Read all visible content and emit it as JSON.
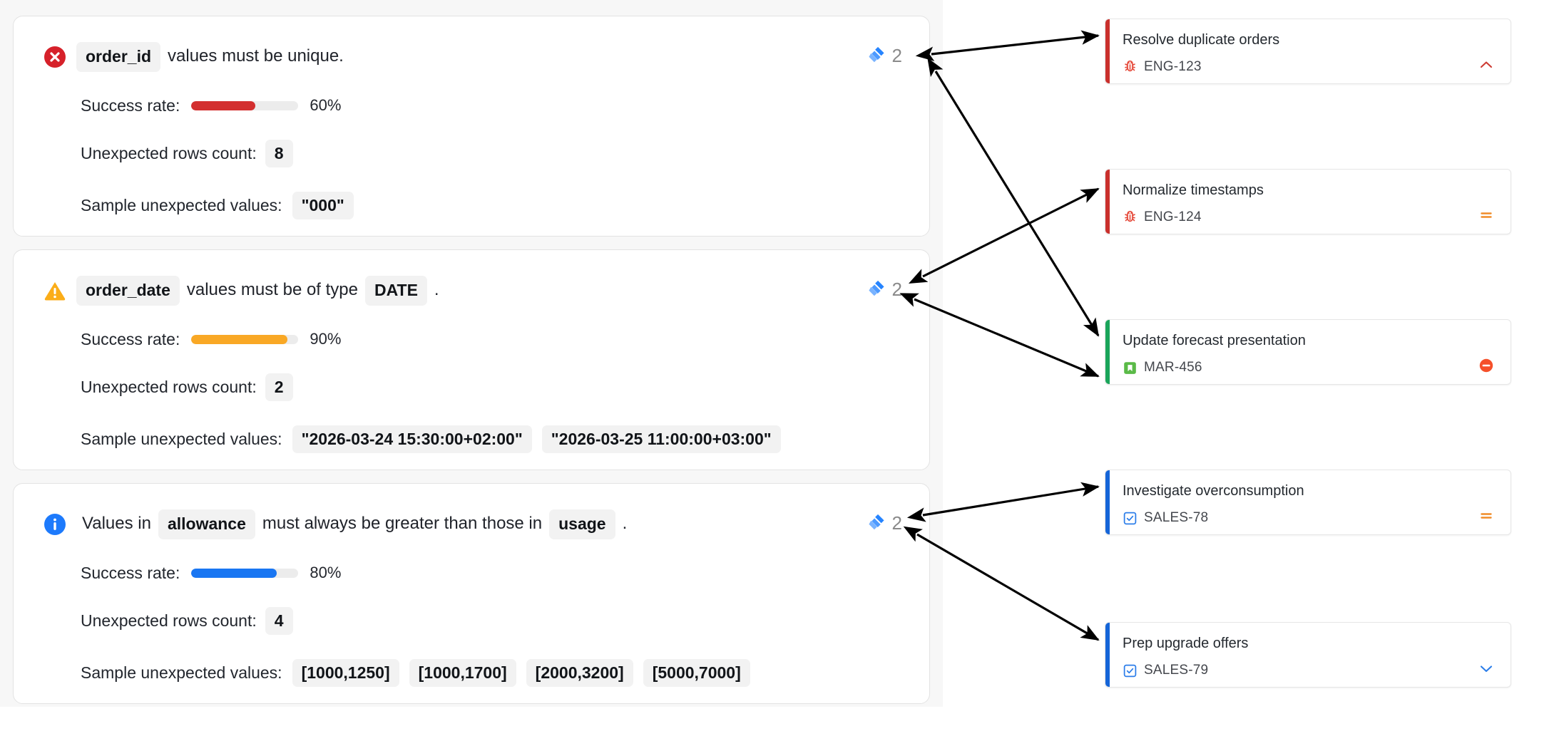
{
  "expectations": [
    {
      "severity": "error",
      "severity_icon": "error-circle-icon",
      "accent": "#d32f2f",
      "sentence_parts": [
        {
          "kind": "code",
          "text": "order_id"
        },
        {
          "kind": "plain",
          "text": "values must be unique."
        }
      ],
      "success_rate_label": "Success rate:",
      "success_rate_pct": "60%",
      "success_rate_value": 60,
      "rows_label": "Unexpected rows count:",
      "rows_value": "8",
      "samples_label": "Sample unexpected values:",
      "samples": [
        "\"000\""
      ],
      "jira_icon": "jira-icon",
      "jira_count": "2"
    },
    {
      "severity": "warning",
      "severity_icon": "warning-triangle-icon",
      "accent": "#f9a825",
      "sentence_parts": [
        {
          "kind": "code",
          "text": "order_date"
        },
        {
          "kind": "plain",
          "text": "values must be of type"
        },
        {
          "kind": "code",
          "text": "DATE"
        },
        {
          "kind": "plain",
          "text": "."
        }
      ],
      "success_rate_label": "Success rate:",
      "success_rate_pct": "90%",
      "success_rate_value": 90,
      "rows_label": "Unexpected rows count:",
      "rows_value": "2",
      "samples_label": "Sample unexpected values:",
      "samples": [
        "\"2026-03-24 15:30:00+02:00\"",
        "\"2026-03-25 11:00:00+03:00\""
      ],
      "jira_icon": "jira-icon",
      "jira_count": "2"
    },
    {
      "severity": "info",
      "severity_icon": "info-circle-icon",
      "accent": "#1976f2",
      "sentence_parts": [
        {
          "kind": "plain",
          "text": "Values in"
        },
        {
          "kind": "code",
          "text": "allowance"
        },
        {
          "kind": "plain",
          "text": "must always be greater than those in"
        },
        {
          "kind": "code",
          "text": "usage"
        },
        {
          "kind": "plain",
          "text": "."
        }
      ],
      "success_rate_label": "Success rate:",
      "success_rate_pct": "80%",
      "success_rate_value": 80,
      "rows_label": "Unexpected rows count:",
      "rows_value": "4",
      "samples_label": "Sample unexpected values:",
      "samples": [
        "[1000,1250]",
        "[1000,1700]",
        "[2000,3200]",
        "[5000,7000]"
      ],
      "jira_icon": "jira-icon",
      "jira_count": "2"
    }
  ],
  "issues": [
    {
      "title": "Resolve duplicate orders",
      "key": "ENG-123",
      "type_icon": "bug-icon",
      "type_color": "#e5493a",
      "accent_color": "#c9302c",
      "priority_icon": "chevron-up-icon",
      "priority_color": "#cd3b33"
    },
    {
      "title": "Normalize timestamps",
      "key": "ENG-124",
      "type_icon": "bug-icon",
      "type_color": "#e5493a",
      "accent_color": "#c9302c",
      "priority_icon": "equals-icon",
      "priority_color": "#f08c28"
    },
    {
      "title": "Update forecast presentation",
      "key": "MAR-456",
      "type_icon": "story-bookmark-icon",
      "type_color": "#5aba47",
      "accent_color": "#1aa55a",
      "priority_icon": "blocker-circle-icon",
      "priority_color": "#f5502a"
    },
    {
      "title": "Investigate overconsumption",
      "key": "SALES-78",
      "type_icon": "task-check-icon",
      "type_color": "#2b7de9",
      "accent_color": "#1565d8",
      "priority_icon": "equals-icon",
      "priority_color": "#f08c28"
    },
    {
      "title": "Prep upgrade offers",
      "key": "SALES-79",
      "type_icon": "task-check-icon",
      "type_color": "#2b7de9",
      "accent_color": "#1565d8",
      "priority_icon": "chevron-down-icon",
      "priority_color": "#2b7de9"
    }
  ],
  "colors": {
    "panel_background": "#f7f7f7",
    "card_background": "#ffffff",
    "chip_background": "#f2f2f2",
    "bar_track": "#ececec",
    "jira_blue": "#2684ff",
    "arrow": "#000000"
  }
}
